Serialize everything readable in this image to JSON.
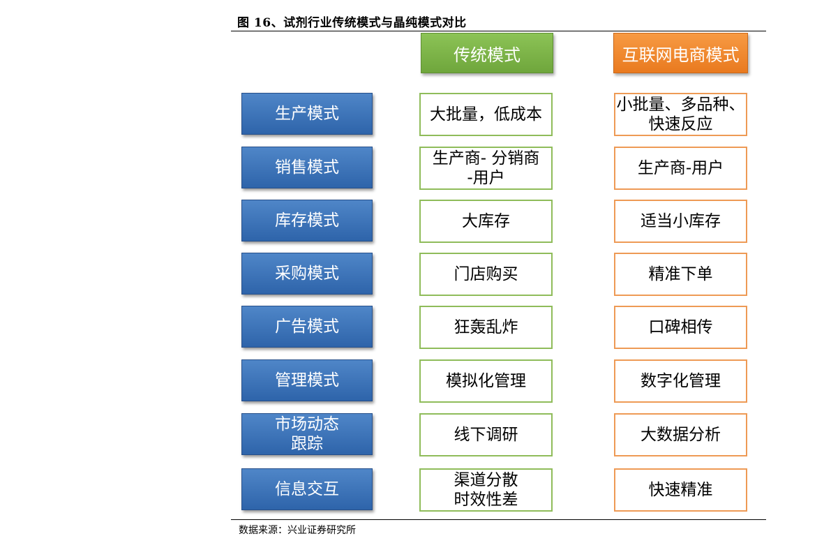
{
  "figure": {
    "title": "图 16、试剂行业传统模式与晶纯模式对比",
    "source": "数据来源：兴业证券研究所"
  },
  "headers": {
    "traditional": "传统模式",
    "internet": "互联网电商模式"
  },
  "colors": {
    "category_blue": "#3a72b8",
    "traditional_green": "#7cb342",
    "internet_orange": "#f0872d",
    "green_border": "#8fbc5a",
    "orange_border": "#ee9a55"
  },
  "rows": [
    {
      "category": "生产模式",
      "traditional": "大批量，低成本",
      "internet": "小批量、多品种、\n快速反应"
    },
    {
      "category": "销售模式",
      "traditional": "生产商- 分销商\n-用户",
      "internet": "生产商-用户"
    },
    {
      "category": "库存模式",
      "traditional": "大库存",
      "internet": "适当小库存"
    },
    {
      "category": "采购模式",
      "traditional": "门店购买",
      "internet": "精准下单"
    },
    {
      "category": "广告模式",
      "traditional": "狂轰乱炸",
      "internet": "口碑相传"
    },
    {
      "category": "管理模式",
      "traditional": "模拟化管理",
      "internet": "数字化管理"
    },
    {
      "category": "市场动态\n跟踪",
      "traditional": "线下调研",
      "internet": "大数据分析"
    },
    {
      "category": "信息交互",
      "traditional": "渠道分散\n时效性差",
      "internet": "快速精准"
    }
  ]
}
